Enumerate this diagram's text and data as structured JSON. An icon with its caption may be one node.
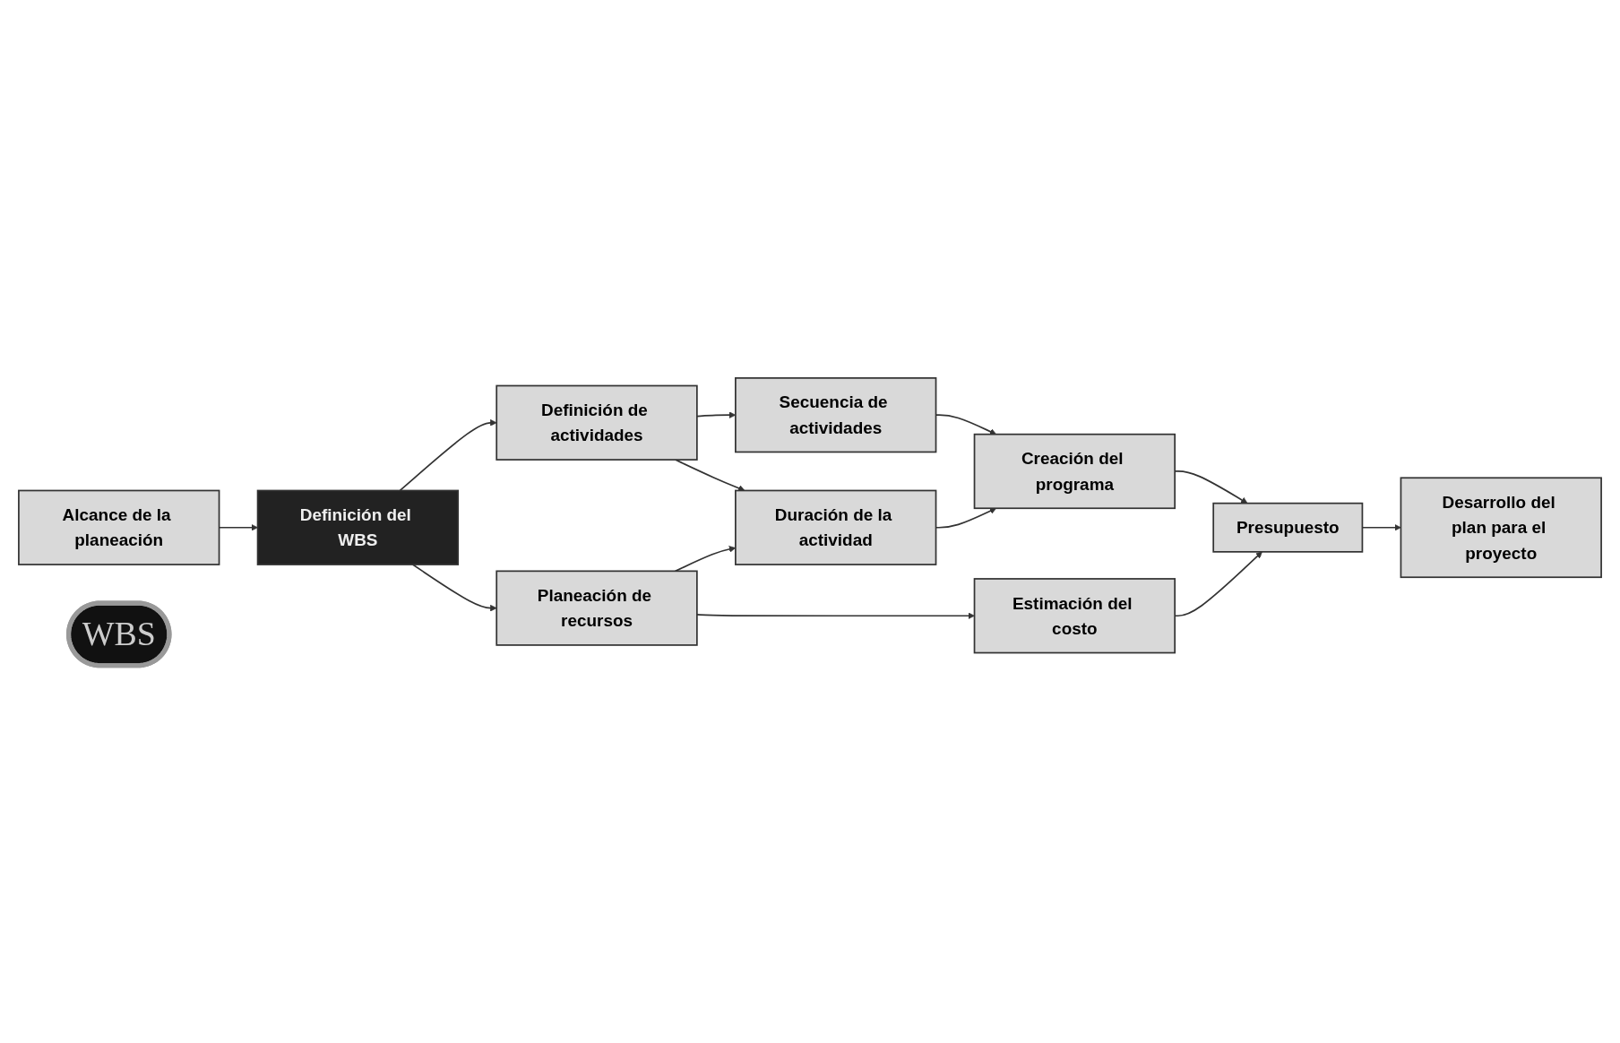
{
  "diagram": {
    "nodes": [
      {
        "text": [
          "Alcance de la planeación"
        ]
      },
      {
        "text": [
          "Definición del WBS"
        ]
      },
      {
        "text": [
          "Definición de actividades"
        ]
      },
      {
        "text": [
          "Planeación de recursos"
        ]
      },
      {
        "text": [
          "Secuencia de actividades"
        ]
      },
      {
        "text": [
          "Duración de la actividad"
        ]
      },
      {
        "text": [
          "Estimación del costo"
        ]
      },
      {
        "text": [
          "Creación del programa"
        ]
      },
      {
        "text": [
          "Presupuesto"
        ]
      },
      {
        "text": [
          "Desarrollo del plan para el proyecto"
        ]
      },
      {
        "text": [
          "WBS"
        ]
      }
    ],
    "edges": [
      {
        "from": 0,
        "to": 1,
        "arrow": "to"
      },
      {
        "from": 1,
        "to": 2,
        "arrow": "to"
      },
      {
        "from": 1,
        "to": 3,
        "arrow": "to"
      },
      {
        "from": 2,
        "to": 4,
        "arrow": "to"
      },
      {
        "from": 2,
        "to": 5,
        "arrow": "to"
      },
      {
        "from": 3,
        "to": 5,
        "arrow": "to"
      },
      {
        "from": 3,
        "to": 6,
        "arrow": "to"
      },
      {
        "from": 4,
        "to": 7,
        "arrow": "to"
      },
      {
        "from": 5,
        "to": 7,
        "arrow": "to"
      },
      {
        "from": 6,
        "to": 8,
        "arrow": "to"
      },
      {
        "from": 7,
        "to": 8,
        "arrow": "to"
      },
      {
        "from": 8,
        "to": 9,
        "arrow": "to"
      }
    ]
  }
}
